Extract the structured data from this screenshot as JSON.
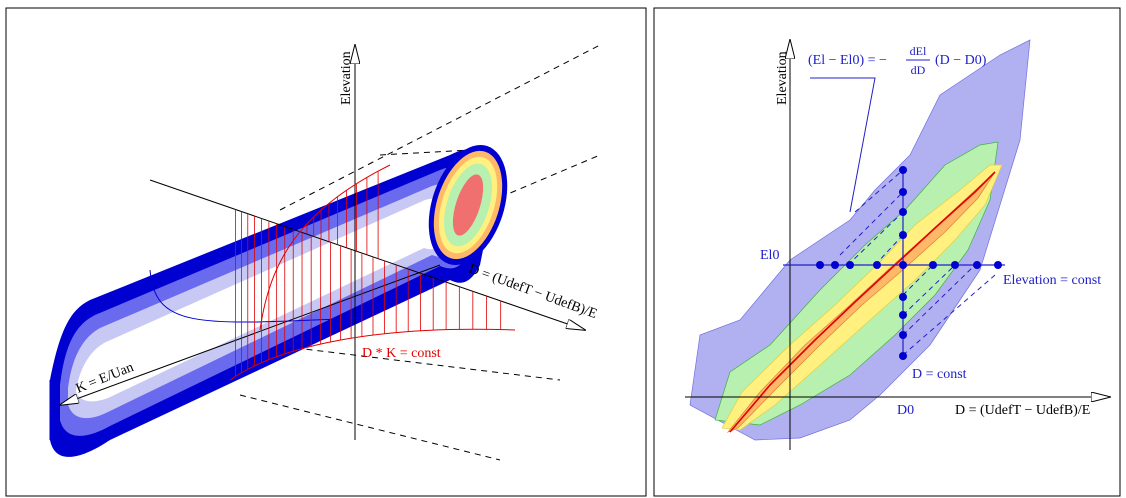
{
  "left_panel": {
    "axis_elevation": "Elevation",
    "axis_d": "D = (UdefT − UdefB)/E",
    "axis_k": "K = E/Uan",
    "curve_label": "D * K = const"
  },
  "right_panel": {
    "axis_elevation": "Elevation",
    "axis_d": "D = (UdefT − UdefB)/E",
    "formula_left": "(El − El0) = −",
    "formula_num": "dEl",
    "formula_den": "dD",
    "formula_right": "(D − D0)",
    "el0_label": "El0",
    "d0_label": "D0",
    "line_elev": "Elevation = const",
    "line_d": "D = const"
  },
  "colors": {
    "tube_dark": "#0000d0",
    "tube_mid": "#6a6aee",
    "tube_light": "#c8c8f4",
    "curve_red": "#e00000",
    "label_blue": "#2020c8",
    "contour_blue": "#a8a8f0",
    "contour_green": "#b8f0b0",
    "contour_yellow": "#fff080",
    "contour_orange": "#ffb868",
    "contour_red": "#f07070"
  }
}
